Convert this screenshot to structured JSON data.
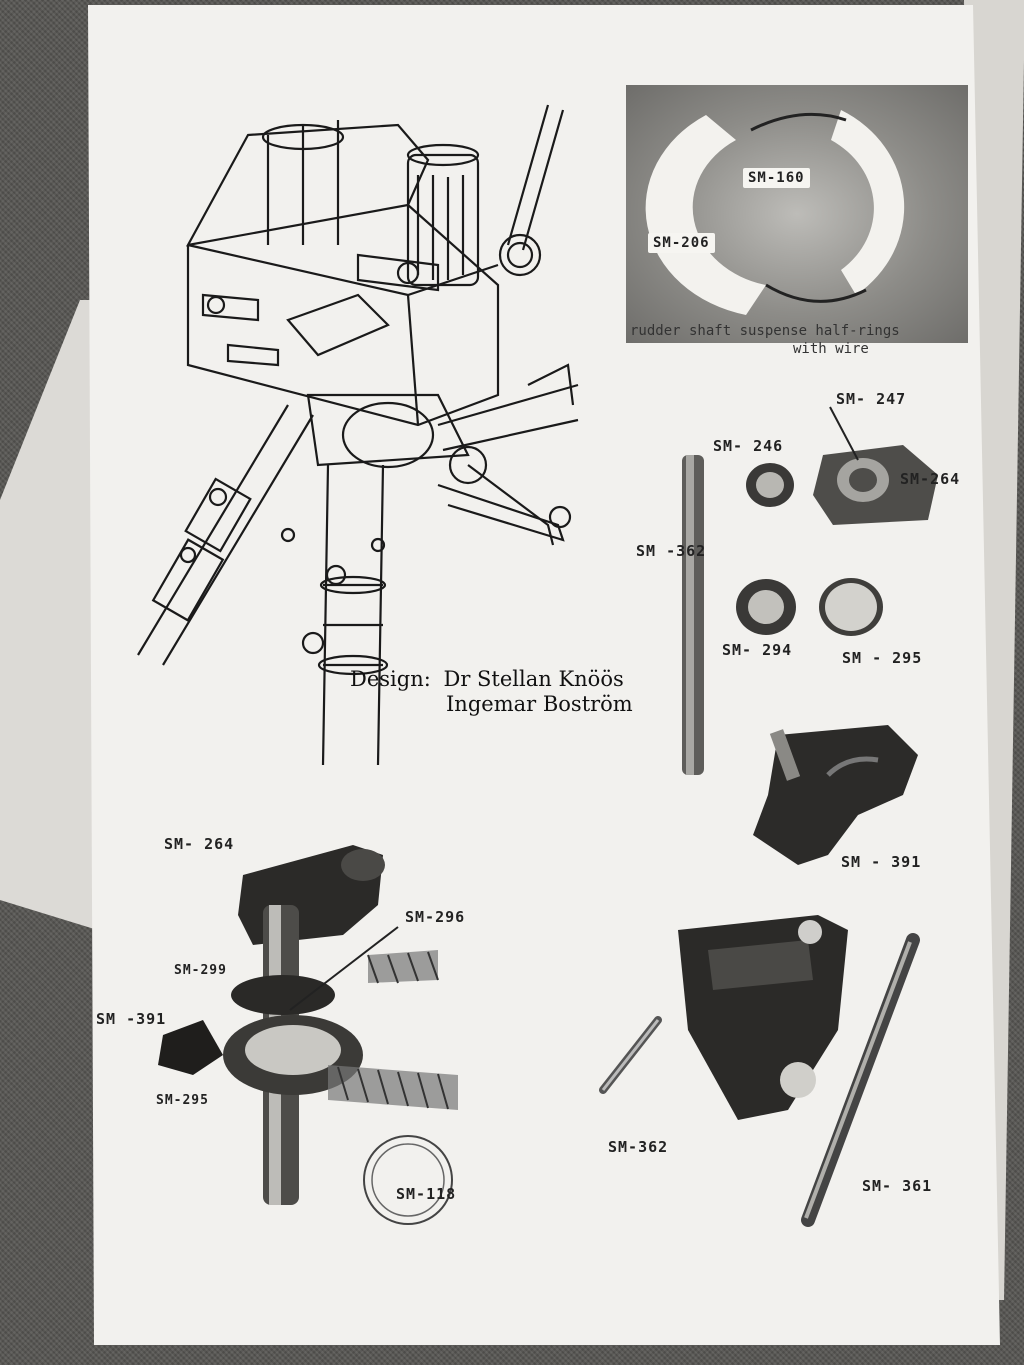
{
  "document": {
    "half_rings_photo": {
      "labels": {
        "sm160": "SM-160",
        "sm206": "SM-206"
      },
      "caption_line1": "rudder shaft suspense half-rings",
      "caption_line2": "with wire"
    },
    "design_credit": {
      "prefix": "Design:",
      "name1": "Dr Stellan Knöös",
      "name2": "Ingemar Boström"
    },
    "parts_right": {
      "sm247": "SM- 247",
      "sm246": "SM- 246",
      "sm264": "SM-264",
      "sm362": "SM -362",
      "sm294": "SM- 294",
      "sm295": "SM - 295",
      "sm391": "SM - 391"
    },
    "assembly_left": {
      "sm264": "SM- 264",
      "sm296": "SM-296",
      "sm299": "SM-299",
      "sm391": "SM -391",
      "sm295": "SM-295",
      "sm118": "SM-118"
    },
    "housing_photo": {
      "sm362": "SM-362",
      "sm361": "SM- 361"
    }
  }
}
